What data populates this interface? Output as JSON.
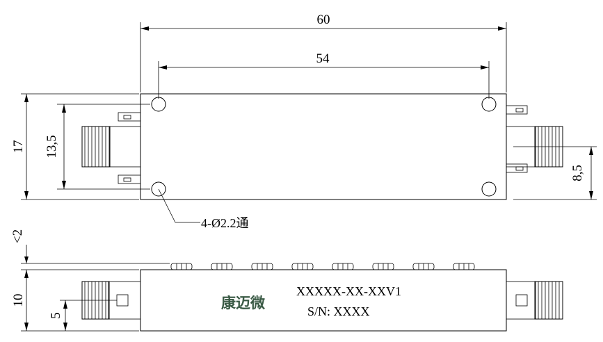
{
  "dimensions": {
    "overall_length": "60",
    "hole_spacing_length": "54",
    "body_height": "17",
    "hole_spacing_height": "13,5",
    "connector_offset_right": "8,5",
    "lid_clearance": "<2",
    "side_height": "10",
    "connector_offset_side": "5"
  },
  "callout": {
    "holes": "4-Ø2.2通"
  },
  "label": {
    "brand": "康迈微",
    "model": "XXXXX-XX-XXV1",
    "serial": "S/N: XXXX"
  },
  "colors": {
    "brand": "#3a5a45",
    "line": "#000000"
  }
}
